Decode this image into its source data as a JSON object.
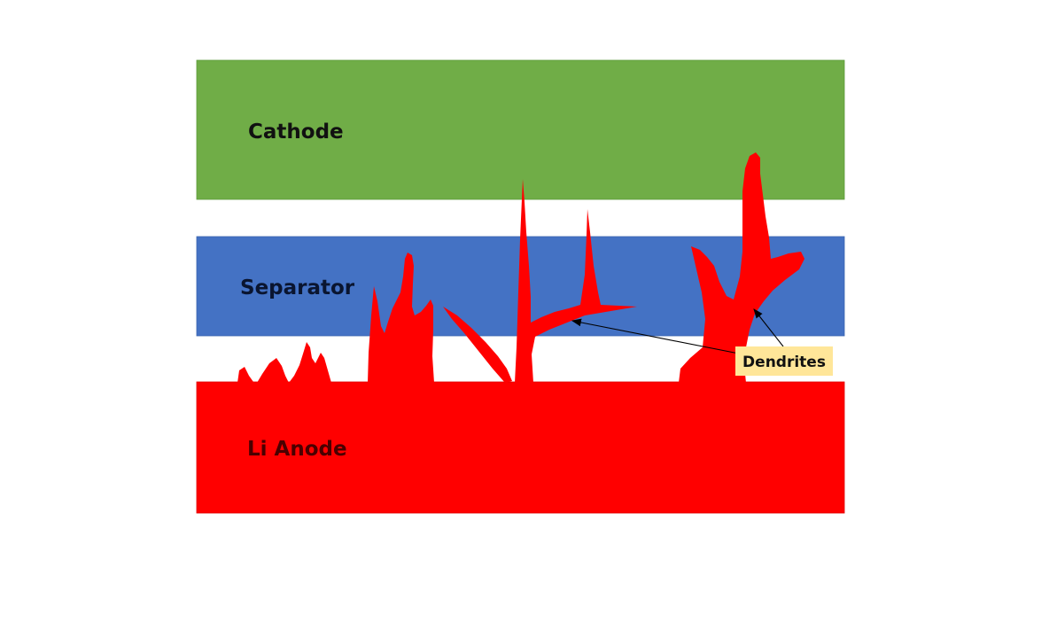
{
  "layers": {
    "cathode": {
      "label": "Cathode",
      "color": "#70ad47"
    },
    "separator": {
      "label": "Separator",
      "color": "#4472c4"
    },
    "anode": {
      "label": "Li Anode",
      "color": "#ff0000"
    }
  },
  "dendrites": {
    "color": "#ff0000"
  },
  "callout": {
    "label": "Dendrites",
    "background": "#ffe699"
  }
}
